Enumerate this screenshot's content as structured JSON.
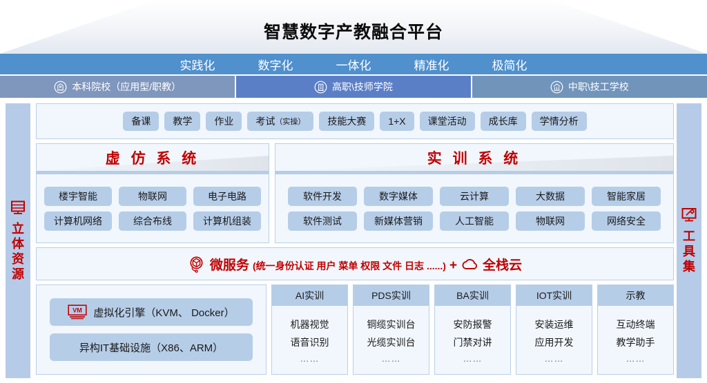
{
  "header": {
    "title": "智慧数字产教融合平台",
    "keywords": [
      "实践化",
      "数字化",
      "一体化",
      "精准化",
      "极简化"
    ],
    "keyword_bar_color": "#4f90cd",
    "schools": [
      {
        "label": "本科院校（应用型/职教）",
        "icon": "university-icon",
        "color": "#7f96bd"
      },
      {
        "label": "高职\\技师学院",
        "icon": "college-building-icon",
        "color": "#5b7fc7"
      },
      {
        "label": "中职\\技工学校",
        "icon": "school-icon",
        "color": "#7194bb"
      }
    ]
  },
  "rails": {
    "left": {
      "icon": "stereo-resource-icon",
      "chars": [
        "立",
        "体",
        "资",
        "源"
      ],
      "label": "立体资源",
      "color": "#c00000"
    },
    "right": {
      "icon": "toolset-monitor-icon",
      "chars": [
        "工",
        "具",
        "集"
      ],
      "label": "工具集",
      "color": "#c00000"
    }
  },
  "teaching": {
    "chips": [
      {
        "label": "备课"
      },
      {
        "label": "教学"
      },
      {
        "label": "作业"
      },
      {
        "label": "考试",
        "sub": "（实操）"
      },
      {
        "label": "技能大赛"
      },
      {
        "label": "1+X"
      },
      {
        "label": "课堂活动"
      },
      {
        "label": "成长库"
      },
      {
        "label": "学情分析"
      }
    ]
  },
  "systems": [
    {
      "key": "xu_fang",
      "title": "虚 仿 系 统",
      "rows": [
        [
          "楼宇智能",
          "物联网",
          "电子电路"
        ],
        [
          "计算机网络",
          "综合布线",
          "计算机组装"
        ]
      ]
    },
    {
      "key": "shi_xun",
      "title": "实 训 系 统",
      "rows": [
        [
          "软件开发",
          "数字媒体",
          "云计算",
          "大数据",
          "智能家居"
        ],
        [
          "软件测试",
          "新媒体营销",
          "人工智能",
          "物联网",
          "网络安全"
        ]
      ]
    }
  ],
  "microservice": {
    "icon": "microservice-icon",
    "main": "微服务",
    "paren": "(统一身份认证  用户  菜单  权限  文件  日志 ......)",
    "plus": "+",
    "cloud_icon": "cloud-icon",
    "cloud_label": "全栈云",
    "color": "#c00000"
  },
  "infrastructure": {
    "chips": [
      {
        "icon": "vm-icon",
        "label": "虚拟化引擎（KVM、 Docker）"
      },
      {
        "icon": "",
        "label": "异构IT基础设施（X86、ARM）"
      }
    ]
  },
  "labs": [
    {
      "head": "AI实训",
      "items": [
        "机器视觉",
        "语音识别",
        "……"
      ]
    },
    {
      "head": "PDS实训",
      "items": [
        "铜缆实训台",
        "光缆实训台",
        "……"
      ]
    },
    {
      "head": "BA实训",
      "items": [
        "安防报警",
        "门禁对讲",
        "……"
      ]
    },
    {
      "head": "IOT实训",
      "items": [
        "安装运维",
        "应用开发",
        "……"
      ]
    },
    {
      "head": "示教",
      "items": [
        "互动终端",
        "教学助手",
        "……"
      ]
    }
  ]
}
